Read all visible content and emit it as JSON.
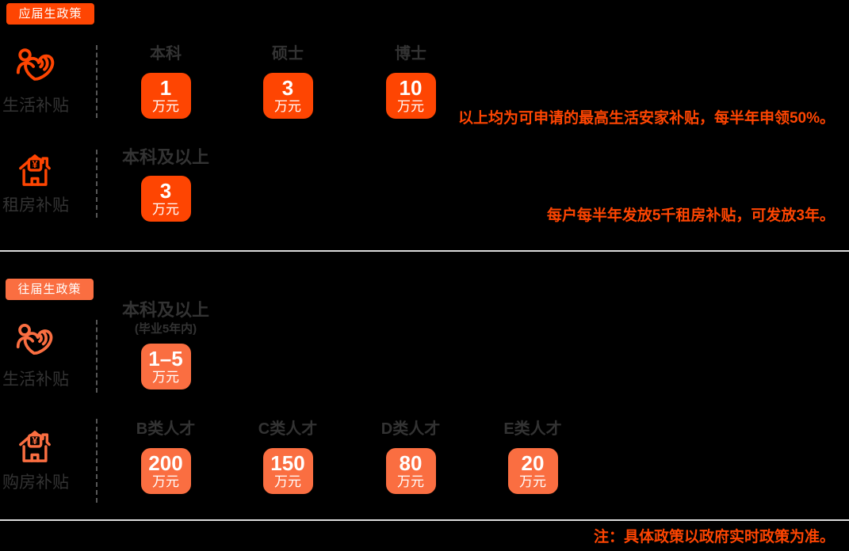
{
  "colors": {
    "background": "#000000",
    "fresh_accent": "#fe4502",
    "alumni_accent": "#fa6e41",
    "label_ink": "#333333",
    "note_ink": "#fe4502",
    "card_text": "#ffffff",
    "divider": "#dcdcdc",
    "dash_line": "#565656"
  },
  "icons": {
    "living": "people-heart-icon",
    "housing": "house-yuan-icon"
  },
  "fresh": {
    "badge": "应届生政策",
    "living": {
      "label": "生活补贴",
      "items": [
        {
          "title": "本科",
          "value": "1",
          "unit": "万元"
        },
        {
          "title": "硕士",
          "value": "3",
          "unit": "万元"
        },
        {
          "title": "博士",
          "value": "10",
          "unit": "万元"
        }
      ],
      "note": "以上均为可申请的最高生活安家补贴，每半年申领50%。"
    },
    "rent": {
      "label": "租房补贴",
      "items": [
        {
          "title": "本科及以上",
          "value": "3",
          "unit": "万元"
        }
      ],
      "note": "每户每半年发放5千租房补贴，可发放3年。"
    }
  },
  "alumni": {
    "badge": "往届生政策",
    "living": {
      "label": "生活补贴",
      "items": [
        {
          "title": "本科及以上",
          "subtitle": "(毕业5年内)",
          "value": "1–5",
          "unit": "万元"
        }
      ]
    },
    "purchase": {
      "label": "购房补贴",
      "items": [
        {
          "title": "B类人才",
          "value": "200",
          "unit": "万元"
        },
        {
          "title": "C类人才",
          "value": "150",
          "unit": "万元"
        },
        {
          "title": "D类人才",
          "value": "80",
          "unit": "万元"
        },
        {
          "title": "E类人才",
          "value": "20",
          "unit": "万元"
        }
      ]
    }
  },
  "footer": {
    "note": "注：具体政策以政府实时政策为准。"
  }
}
